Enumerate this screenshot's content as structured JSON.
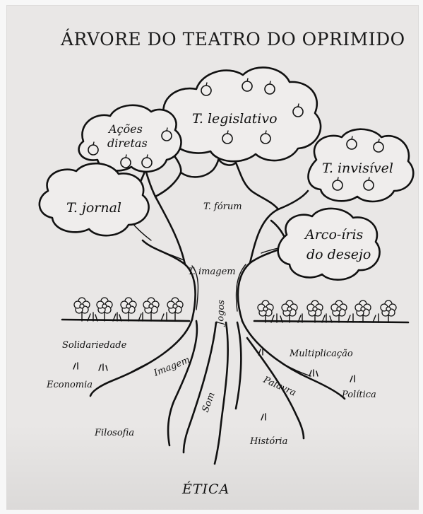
{
  "title": "ÁRVORE DO TEATRO DO OPRIMIDO",
  "branches": {
    "legislativo": "T. legislativo",
    "acoes_line1": "Ações",
    "acoes_line2": "diretas",
    "invisivel": "T. invisível",
    "jornal": "T. jornal",
    "arco_line1": "Arco-íris",
    "arco_line2": "do desejo"
  },
  "trunk": {
    "forum": "T. fórum",
    "imagem": "T. imagem",
    "jogos": "Jogos"
  },
  "ground": {
    "solidariedade": "Solidariedade",
    "multiplicacao": "Multiplicação",
    "economia": "Economia",
    "politica": "Política",
    "filosofia": "Filosofia",
    "historia": "História"
  },
  "roots": {
    "imagem": "Imagem",
    "som": "Som",
    "palavra": "Palavra"
  },
  "base": "ÉTICA"
}
